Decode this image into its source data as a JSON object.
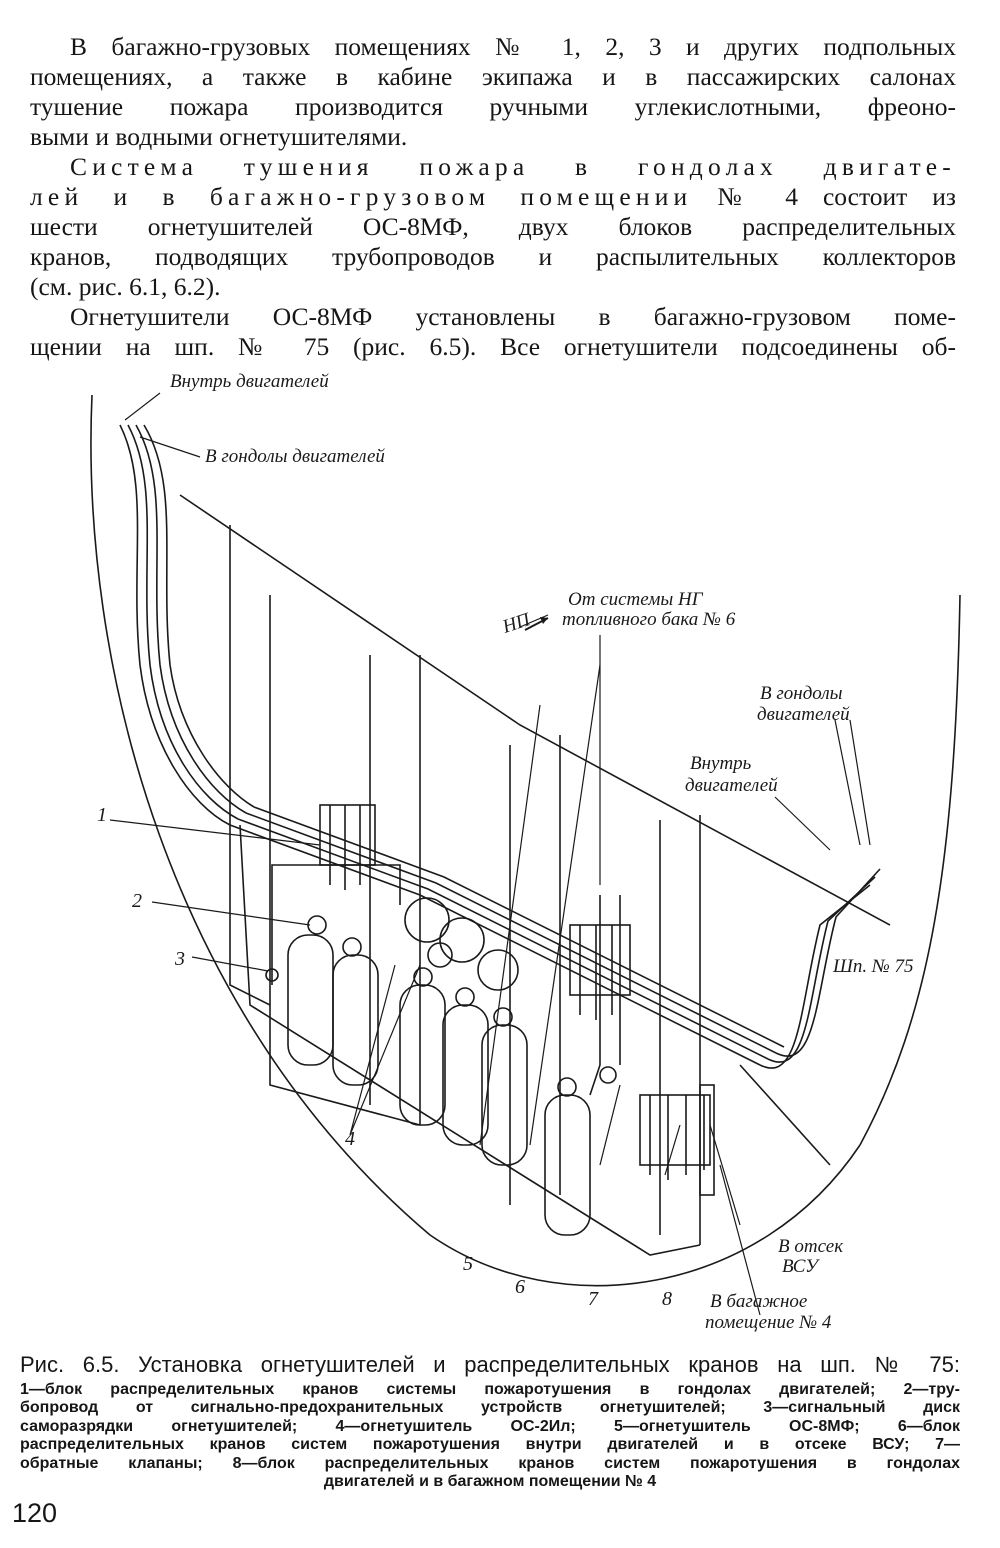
{
  "body": {
    "p1": [
      "В багажно-грузовых помещениях № 1, 2, 3 и других подпольных",
      "помещениях, а также в кабине экипажа и в пассажирских салонах",
      "тушение пожара производится ручными углекислотными, фреоно-",
      "выми и водными огнетушителями."
    ],
    "p2_spaced": [
      "Система тушения пожара в гондолах двигате-",
      "лей и в багажно-грузовом помещении"
    ],
    "p2_tail": " № 4 состоит из",
    "p2": [
      "шести огнетушителей ОС-8МФ, двух блоков распределительных",
      "кранов, подводящих трубопроводов и распылительных коллекторов",
      "(см. рис. 6.1, 6.2)."
    ],
    "p3": [
      "Огнетушители ОС-8МФ установлены в багажно-грузовом поме-",
      "щении на шп. № 75 (рис. 6.5). Все огнетушители подсоединены об-"
    ]
  },
  "figure": {
    "labels": {
      "inside_engines_top": "Внутрь двигателей",
      "to_nacelles_top": "В гондолы двигателей",
      "np": "НП",
      "from_system_1": "От системы НГ",
      "from_system_2": "топливного бака № 6",
      "to_nacelles_right_1": "В гондолы",
      "to_nacelles_right_2": "двигателей",
      "inside_engines_right_1": "Внутрь",
      "inside_engines_right_2": "двигателей",
      "frame": "Шп. № 75",
      "apu_1": "В отсек",
      "apu_2": "ВСУ",
      "baggage_1": "В багажное",
      "baggage_2": "помещение № 4"
    },
    "callouts": [
      "1",
      "2",
      "3",
      "4",
      "5",
      "6",
      "7",
      "8"
    ]
  },
  "caption": {
    "title": "Рис. 6.5. Установка огнетушителей и распределительных кранов на шп. № 75:",
    "lines": [
      "1—блок распределительных кранов системы пожаротушения в гондолах двигателей; 2—тру-",
      "бопровод от сигнально-предохранительных устройств огнетушителей; 3—сигнальный диск",
      "саморазрядки огнетушителей; 4—огнетушитель ОС-2Ил; 5—огнетушитель ОС-8МФ; 6—блок",
      "распределительных кранов систем пожаротушения внутри двигателей и в отсеке ВСУ; 7—",
      "обратные клапаны; 8—блок распределительных кранов систем пожаротушения в гондолах",
      "двигателей и в багажном помещении № 4"
    ]
  },
  "page_number": "120"
}
